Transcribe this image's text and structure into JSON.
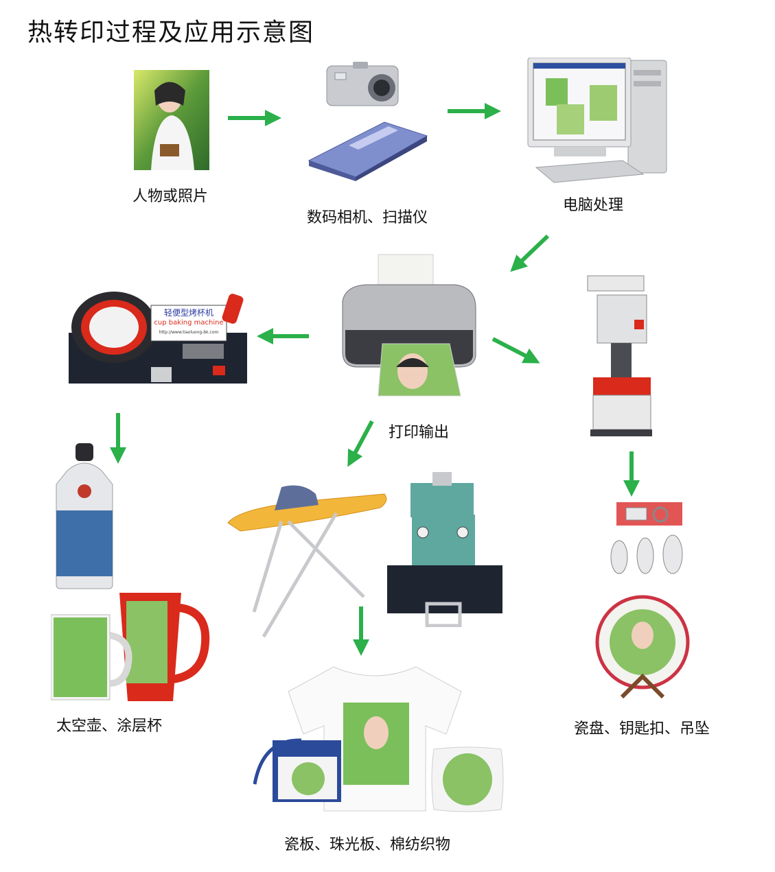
{
  "title": "热转印过程及应用示意图",
  "captions": {
    "photo": "人物或照片",
    "camera_scanner": "数码相机、扫描仪",
    "computer": "电脑处理",
    "printer": "打印输出",
    "bottle_mug": "太空壶、涂层杯",
    "plate_keychain": "瓷盘、钥匙扣、吊坠",
    "textiles": "瓷板、珠光板、棉纺织物"
  },
  "labels": {
    "mug_press_sign_cn": "轻便型烤杯机",
    "mug_press_sign_en": "cup baking machine",
    "mug_press_url": "http://www.tiaoluong-bk.com"
  },
  "colors": {
    "arrow": "#2bb04a",
    "scanner": "#7f8fce",
    "red": "#d92a1c",
    "teal": "#5fa8a0",
    "dark": "#1e2430"
  }
}
